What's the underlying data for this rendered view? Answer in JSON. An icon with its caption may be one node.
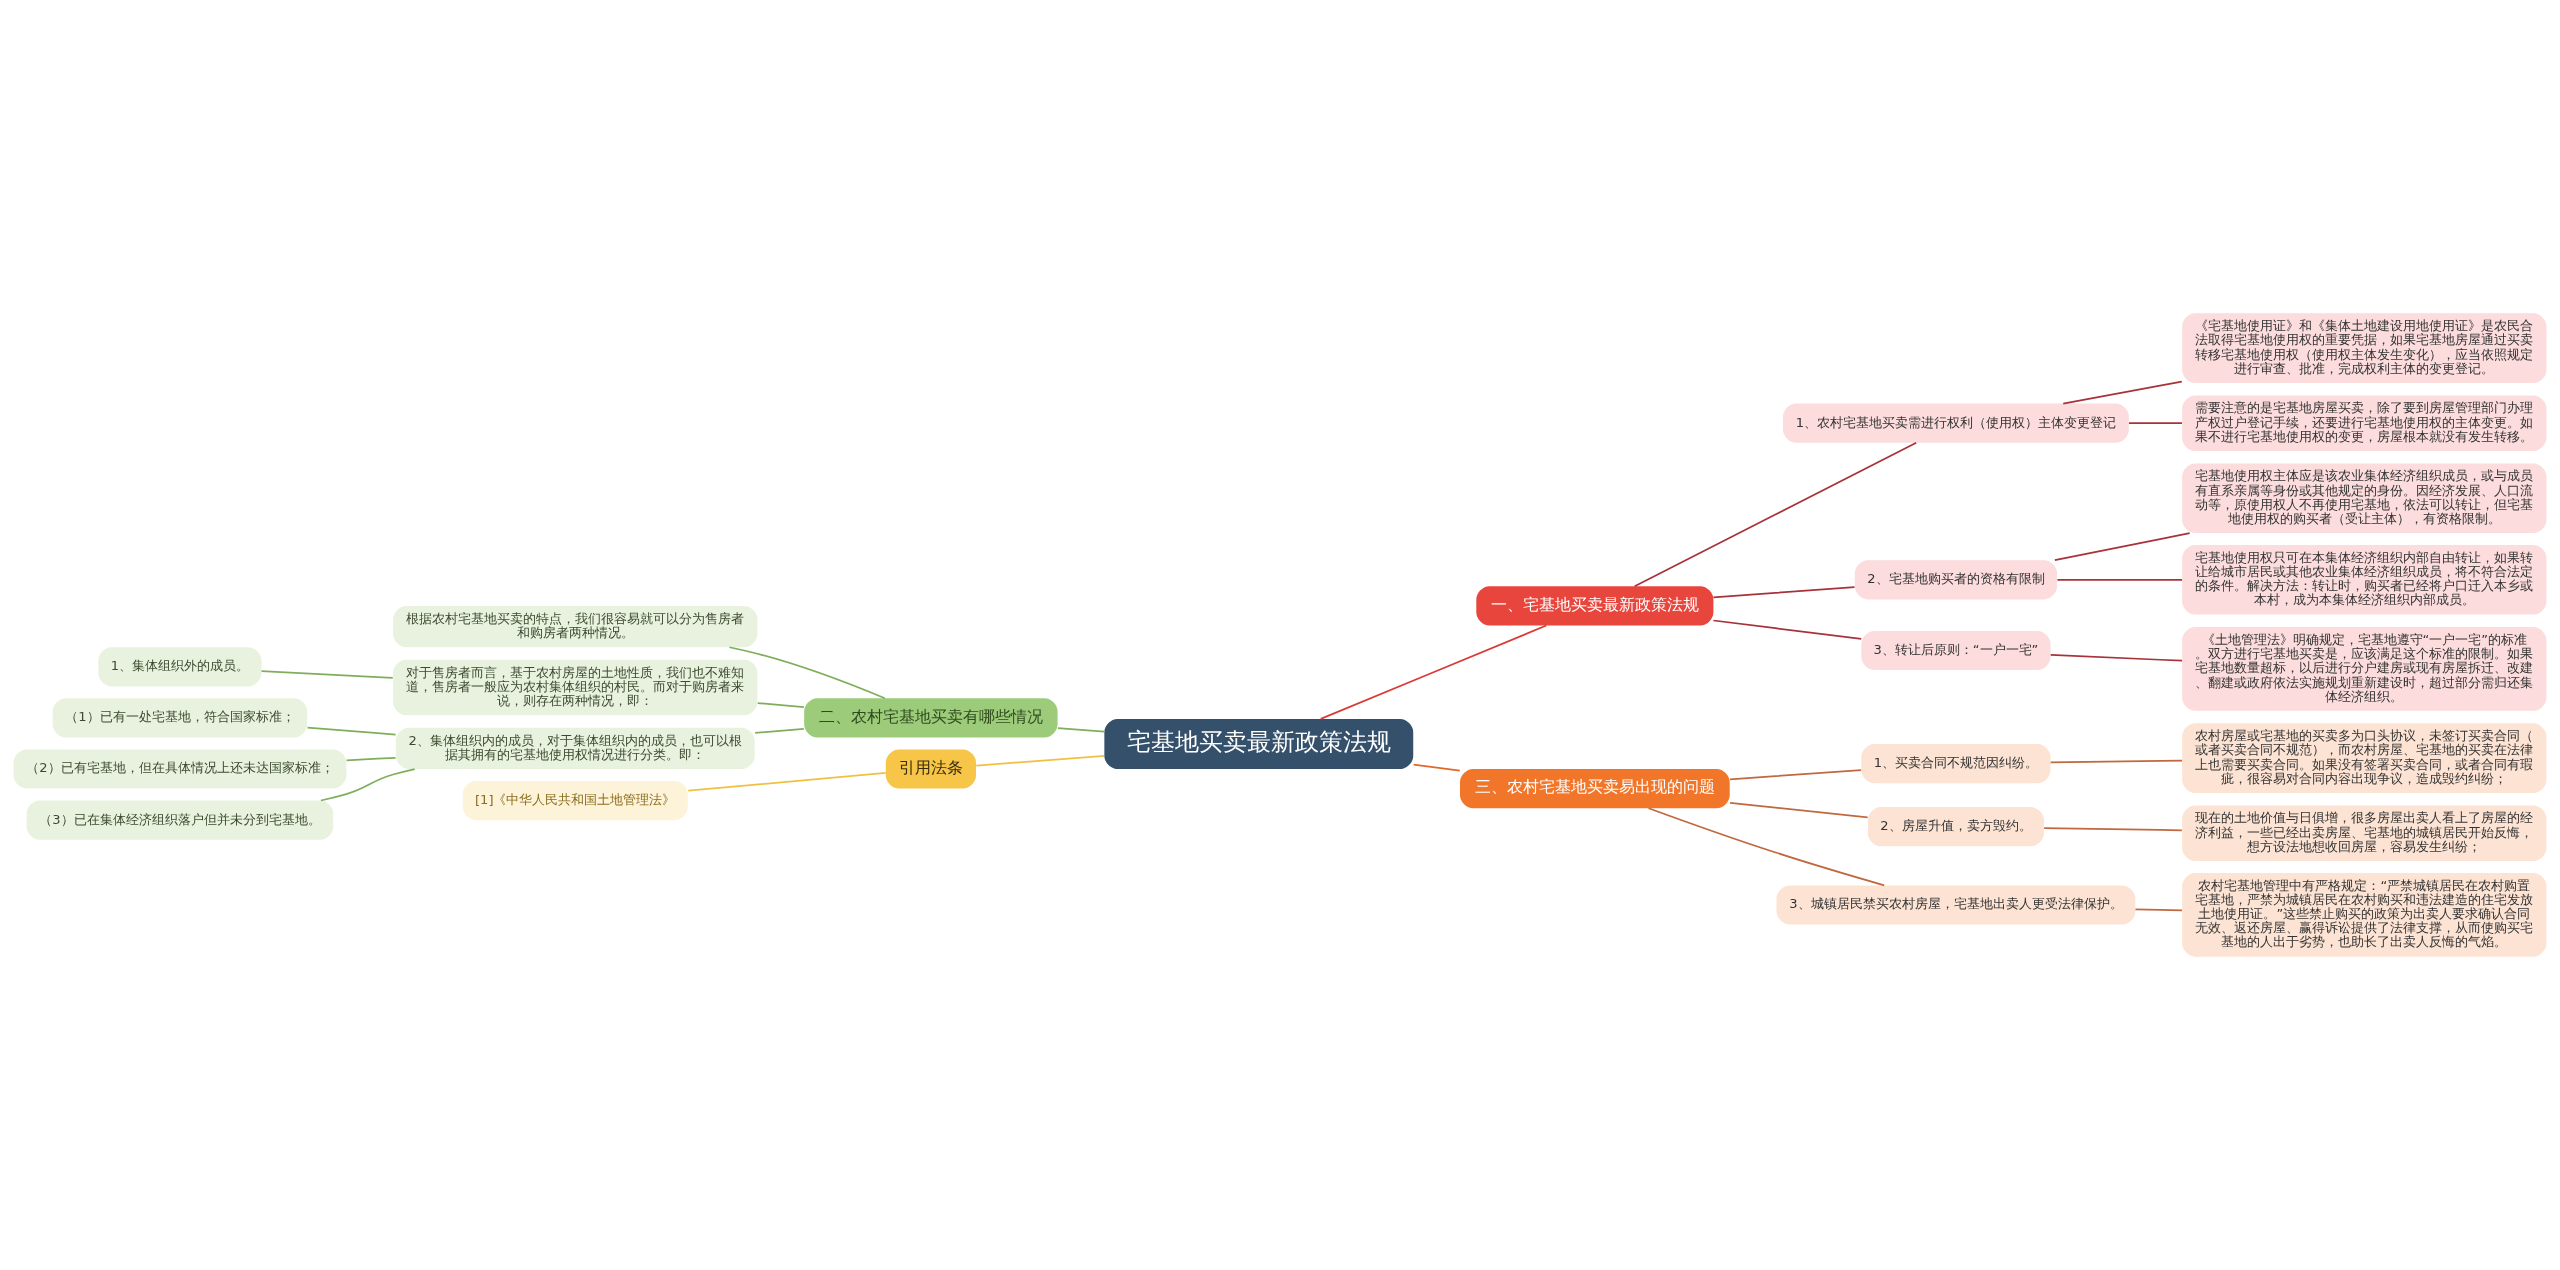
{
  "diagram": {
    "nodes": [
      {
        "text": [
          "宅基地买卖最新政策法规"
        ]
      },
      {
        "text": [
          "一、宅基地买卖最新政策法规"
        ]
      },
      {
        "text": [
          "1、农村宅基地买卖需进行权利（使用权）主体变更登记"
        ]
      },
      {
        "text": [
          "《宅基地使用证》和《集体土地建设用地使用证》是农民合法取得宅基地使用权的重要凭据，如果宅基地房屋通过买卖转移宅基地使用权（使用权主体发生变化），应当依照规定进行审查、批准，完成权利主体的变更登记。"
        ]
      },
      {
        "text": [
          "需要注意的是宅基地房屋买卖，除了要到房屋管理部门办理产权过户登记手续，还要进行宅基地使用权的主体变更。如果不进行宅基地使用权的变更，房屋根本就没有发生转移。"
        ]
      },
      {
        "text": [
          "2、宅基地购买者的资格有限制"
        ]
      },
      {
        "text": [
          "宅基地使用权主体应是该农业集体经济组织成员，或与成员有直系亲属等身份或其他规定的身份。因经济发展、人口流动等，原使用权人不再使用宅基地，依法可以转让，但宅基地使用权的购买者（受让主体），有资格限制。"
        ]
      },
      {
        "text": [
          "宅基地使用权只可在本集体经济组织内部自由转让，如果转让给城市居民或其他农业集体经济组织成员，将不符合法定的条件。解决方法：转让时，购买者已经将户口迁入本乡或本村，成为本集体经济组织内部成员。"
        ]
      },
      {
        "text": [
          "3、转让后原则：“一户一宅”"
        ]
      },
      {
        "text": [
          "《土地管理法》明确规定，宅基地遵守“一户一宅”的标准。双方进行宅基地买卖是，应该满足这个标准的限制。如果宅基地数量超标，以后进行分户建房或现有房屋拆迁、改建、翻建或政府依法实施规划重新建设时，超过部分需归还集体经济组织。"
        ]
      },
      {
        "text": [
          "三、农村宅基地买卖易出现的问题"
        ]
      },
      {
        "text": [
          "1、买卖合同不规范因纠纷。"
        ]
      },
      {
        "text": [
          "农村房屋或宅基地的买卖多为口头协议，未签订买卖合同（或者买卖合同不规范），而农村房屋、宅基地的买卖在法律上也需要买卖合同。如果没有签署买卖合同，或者合同有瑕疵，很容易对合同内容出现争议，造成毁约纠纷；"
        ]
      },
      {
        "text": [
          "2、房屋升值，卖方毁约。"
        ]
      },
      {
        "text": [
          "现在的土地价值与日俱增，很多房屋出卖人看上了房屋的经济利益，一些已经出卖房屋、宅基地的城镇居民开始反悔，想方设法地想收回房屋，容易发生纠纷；"
        ]
      },
      {
        "text": [
          "3、城镇居民禁买农村房屋，宅基地出卖人更受法律保护。"
        ]
      },
      {
        "text": [
          "农村宅基地管理中有严格规定：“严禁城镇居民在农村购置宅基地，严禁为城镇居民在农村购买和违法建造的住宅发放土地使用证。”这些禁止购买的政策为出卖人要求确认合同无效、返还房屋、赢得诉讼提供了法律支撑，从而使购买宅基地的人出于劣势，也助长了出卖人反悔的气焰。"
        ]
      },
      {
        "text": [
          "二、农村宅基地买卖有哪些情况"
        ]
      },
      {
        "text": [
          "根据农村宅基地买卖的特点，我们很容易就可以分为售房者和购房者两种情况。"
        ]
      },
      {
        "text": [
          "对于售房者而言，基于农村房屋的土地性质，我们也不难知道，售房者一般应为农村集体组织的村民。而对于购房者来说，则存在两种情况，即："
        ]
      },
      {
        "text": [
          "1、集体组织外的成员。"
        ]
      },
      {
        "text": [
          "2、集体组织内的成员，对于集体组织内的成员，也可以根据其拥有的宅基地使用权情况进行分类。即："
        ]
      },
      {
        "text": [
          "（1）已有一处宅基地，符合国家标准；"
        ]
      },
      {
        "text": [
          "（2）已有宅基地，但在具体情况上还未达国家标准；"
        ]
      },
      {
        "text": [
          "（3）已在集体经济组织落户但并未分到宅基地。"
        ]
      },
      {
        "text": [
          "引用法条"
        ]
      },
      {
        "text": [
          "[1]《中华人民共和国土地管理法》"
        ]
      }
    ],
    "edges": [
      {
        "from": 0,
        "to": 1,
        "arrow": "none",
        "color": "#d93a36"
      },
      {
        "from": 1,
        "to": 2,
        "arrow": "none",
        "color": "#a8323a"
      },
      {
        "from": 2,
        "to": 3,
        "arrow": "none",
        "color": "#a8323a"
      },
      {
        "from": 2,
        "to": 4,
        "arrow": "none",
        "color": "#a8323a"
      },
      {
        "from": 1,
        "to": 5,
        "arrow": "none",
        "color": "#a8323a"
      },
      {
        "from": 5,
        "to": 6,
        "arrow": "none",
        "color": "#a8323a"
      },
      {
        "from": 5,
        "to": 7,
        "arrow": "none",
        "color": "#a8323a"
      },
      {
        "from": 1,
        "to": 8,
        "arrow": "none",
        "color": "#a8323a"
      },
      {
        "from": 8,
        "to": 9,
        "arrow": "none",
        "color": "#a8323a"
      },
      {
        "from": 0,
        "to": 10,
        "arrow": "none",
        "color": "#e0682a"
      },
      {
        "from": 10,
        "to": 11,
        "arrow": "none",
        "color": "#c0683e"
      },
      {
        "from": 11,
        "to": 12,
        "arrow": "none",
        "color": "#c0683e"
      },
      {
        "from": 10,
        "to": 13,
        "arrow": "none",
        "color": "#c0683e"
      },
      {
        "from": 13,
        "to": 14,
        "arrow": "none",
        "color": "#c0683e"
      },
      {
        "from": 10,
        "to": 15,
        "arrow": "none",
        "color": "#c0683e"
      },
      {
        "from": 15,
        "to": 16,
        "arrow": "none",
        "color": "#c0683e"
      },
      {
        "from": 0,
        "to": 17,
        "arrow": "none",
        "color": "#7fae5b"
      },
      {
        "from": 17,
        "to": 18,
        "arrow": "none",
        "color": "#7fae5b"
      },
      {
        "from": 17,
        "to": 19,
        "arrow": "none",
        "color": "#7fae5b"
      },
      {
        "from": 19,
        "to": 20,
        "arrow": "none",
        "color": "#7fae5b"
      },
      {
        "from": 17,
        "to": 21,
        "arrow": "none",
        "color": "#7fae5b"
      },
      {
        "from": 21,
        "to": 22,
        "arrow": "none",
        "color": "#7fae5b"
      },
      {
        "from": 21,
        "to": 23,
        "arrow": "none",
        "color": "#7fae5b"
      },
      {
        "from": 21,
        "to": 24,
        "arrow": "none",
        "color": "#7fae5b"
      },
      {
        "from": 0,
        "to": 25,
        "arrow": "none",
        "color": "#f0c040"
      },
      {
        "from": 25,
        "to": 26,
        "arrow": "none",
        "color": "#f0c040"
      }
    ]
  }
}
